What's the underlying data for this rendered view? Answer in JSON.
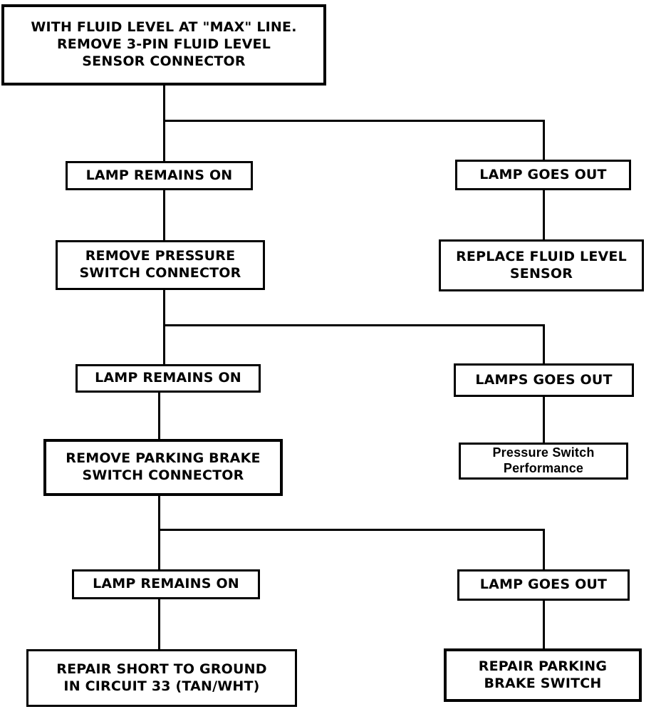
{
  "flowchart": {
    "start": "WITH FLUID LEVEL AT \"MAX\" LINE.\nREMOVE 3-PIN FLUID LEVEL\nSENSOR CONNECTOR",
    "level1": {
      "left_result": "LAMP REMAINS ON",
      "right_result": "LAMP GOES OUT",
      "right_action": "REPLACE FLUID LEVEL\nSENSOR",
      "left_action": "REMOVE PRESSURE\nSWITCH CONNECTOR"
    },
    "level2": {
      "left_result": "LAMP REMAINS ON",
      "right_result": "LAMPS GOES OUT",
      "right_action": "Pressure Switch\nPerformance",
      "left_action": "REMOVE PARKING BRAKE\nSWITCH CONNECTOR"
    },
    "level3": {
      "left_result": "LAMP REMAINS ON",
      "right_result": "LAMP GOES OUT",
      "left_action": "REPAIR SHORT TO GROUND\nIN CIRCUIT 33 (TAN/WHT)",
      "right_action": "REPAIR PARKING\nBRAKE SWITCH"
    }
  }
}
